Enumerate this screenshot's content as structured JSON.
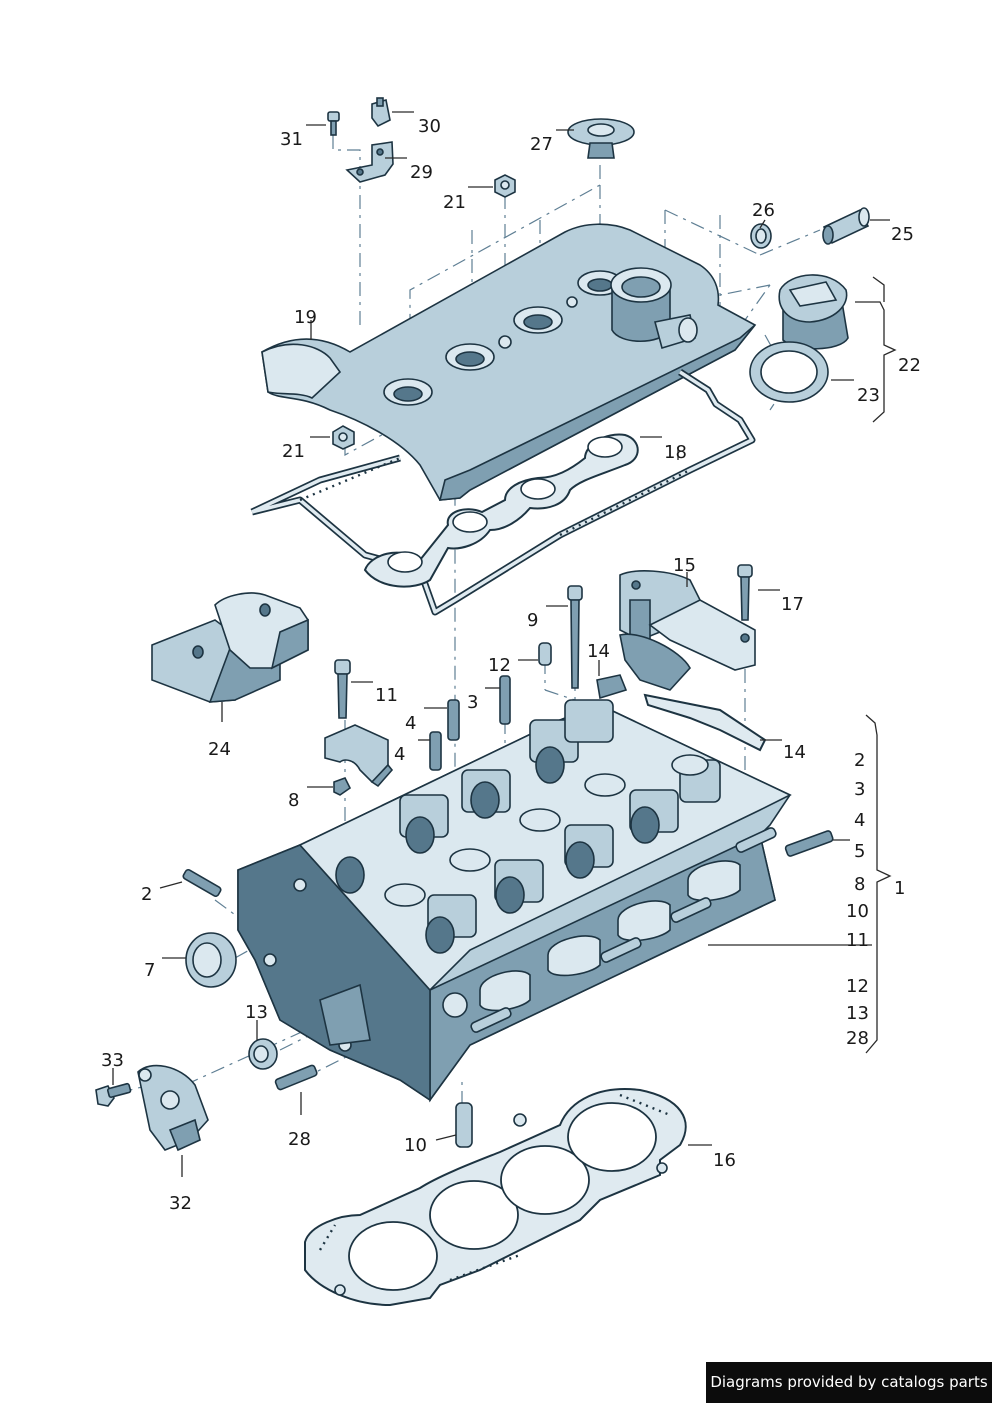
{
  "callouts": {
    "c31": "31",
    "c30": "30",
    "c29": "29",
    "c27": "27",
    "c21a": "21",
    "c26": "26",
    "c25": "25",
    "c19": "19",
    "c22": "22",
    "c23": "23",
    "c21b": "21",
    "c18": "18",
    "c15": "15",
    "c17": "17",
    "c9": "9",
    "c12": "12",
    "c14a": "14",
    "c11": "11",
    "c3": "3",
    "c4a": "4",
    "c4b": "4",
    "c14b": "14",
    "c24": "24",
    "c8": "8",
    "c2": "2",
    "c7": "7",
    "c13": "13",
    "c33": "33",
    "c28": "28",
    "c10": "10",
    "c16": "16",
    "c32": "32",
    "c1": "1"
  },
  "group_1_items": [
    "2",
    "3",
    "4",
    "5",
    "8",
    "10",
    "11",
    "12",
    "13",
    "28"
  ],
  "credit": "Diagrams provided by catalogs parts",
  "colors": {
    "part_light": "#b8cfdb",
    "part_mid": "#7f9fb1",
    "part_dark": "#55778b",
    "outline": "#1d3442",
    "credit_bg": "#0c0c0c"
  }
}
